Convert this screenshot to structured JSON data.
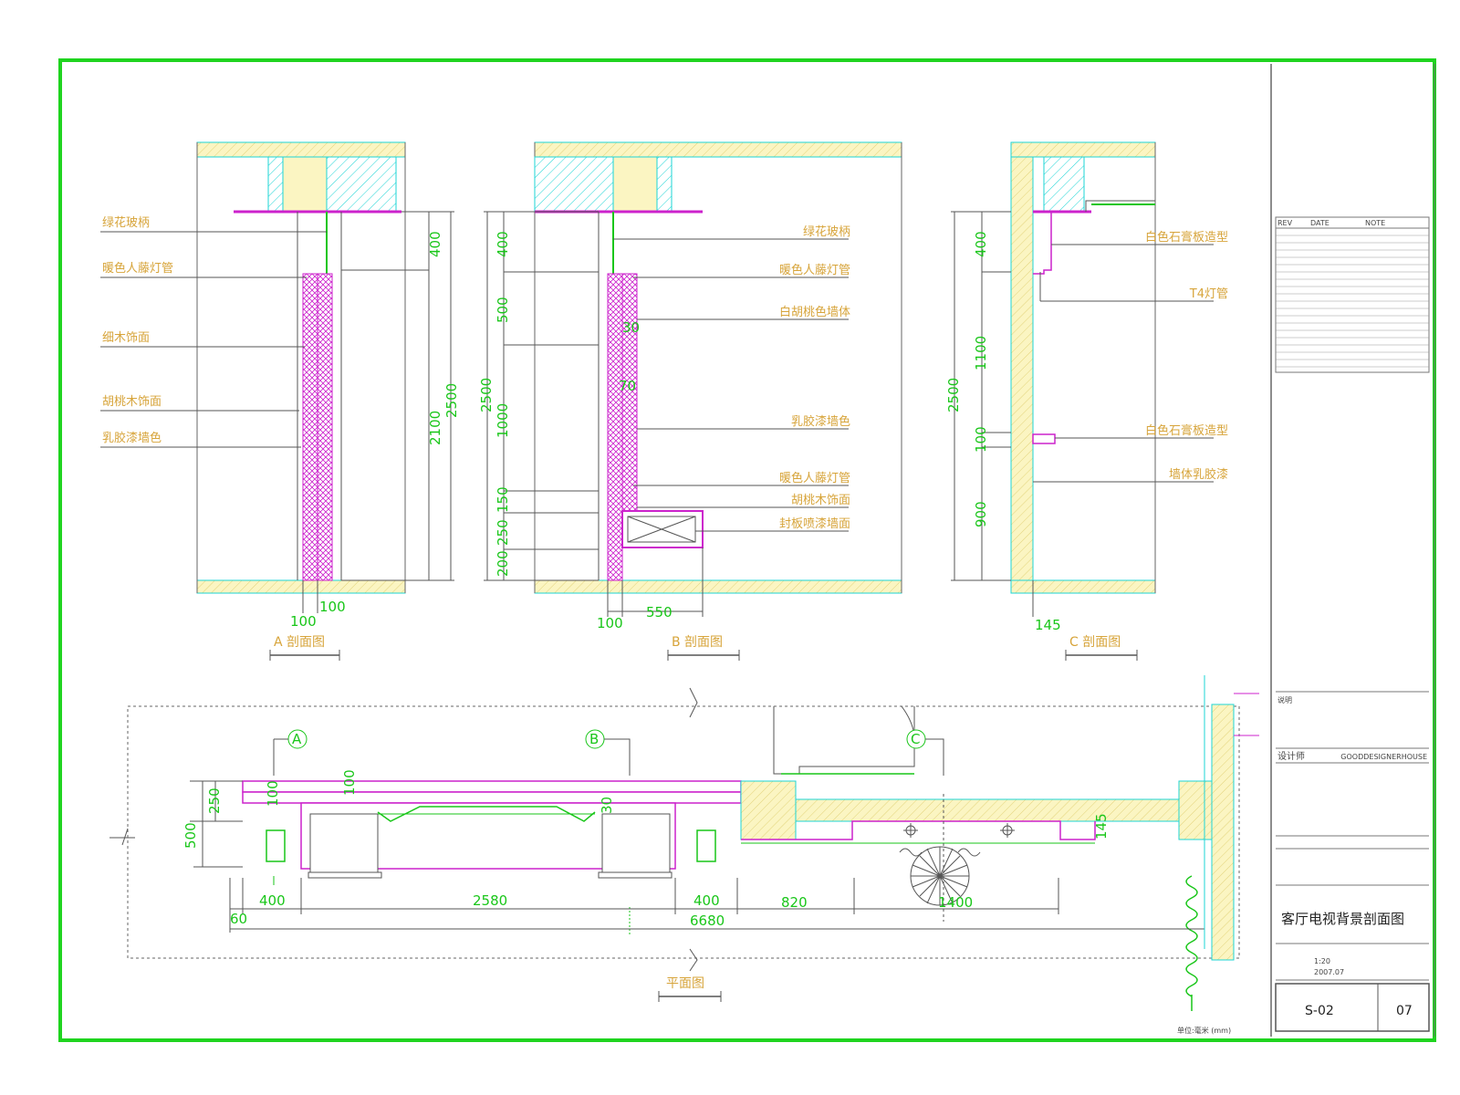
{
  "colors": {
    "frame": "#1fd41f",
    "wall_fill": "#fbf5c2",
    "cyan": "#1ed5d5",
    "magenta": "#cc22cc",
    "dim": "#19c619",
    "label": "#d7a43a",
    "line": "#4a4a4a"
  },
  "section_a": {
    "title": "A 剖面图",
    "labels": [
      "绿花玻柄",
      "暖色人藤灯管",
      "细木饰面",
      "胡桃木饰面",
      "乳胶漆墙色"
    ],
    "dims": {
      "d400": "400",
      "d2100": "2100",
      "d2500": "2500",
      "d100a": "100",
      "d100b": "100"
    }
  },
  "section_b": {
    "title": "B 剖面图",
    "labels": [
      "绿花玻柄",
      "暖色人藤灯管",
      "白胡桃色墙体",
      "乳胶漆墙色",
      "暖色人藤灯管",
      "胡桃木饰面",
      "封板喷漆墙面"
    ],
    "dims": {
      "d400": "400",
      "d500": "500",
      "d30": "30",
      "d70": "70",
      "d1000": "1000",
      "d2500": "2500",
      "d150": "150",
      "d250": "250",
      "d200": "200",
      "d100": "100",
      "d550": "550"
    }
  },
  "section_c": {
    "title": "C 剖面图",
    "labels": [
      "白色石膏板造型",
      "T4灯管",
      "白色石膏板造型",
      "墙体乳胶漆"
    ],
    "dims": {
      "d400": "400",
      "d1100": "1100",
      "d2500": "2500",
      "d100": "100",
      "d900": "900",
      "d145": "145"
    }
  },
  "plan": {
    "title": "平面图",
    "markers": [
      "A",
      "B",
      "C"
    ],
    "dims": {
      "d250": "250",
      "d500": "500",
      "d100a": "100",
      "d100b": "100",
      "d30": "30",
      "d145": "145",
      "d60": "60",
      "d400a": "400",
      "d2580": "2580",
      "d400b": "400",
      "d820": "820",
      "d1400": "1400",
      "d6680": "6680"
    },
    "unit_note": "单位:毫米 (mm)"
  },
  "title_block": {
    "rev_headers": [
      "REV",
      "DATE",
      "NOTE"
    ],
    "note_heading": "说明",
    "company_label": "设计师",
    "company_value": "GOODDESIGNERHOUSE",
    "drawing_title": "客厅电视背景剖面图",
    "scale_value": "1:20",
    "date_value": "2007.07",
    "sheet_code": "S-02",
    "sheet_number": "07"
  }
}
